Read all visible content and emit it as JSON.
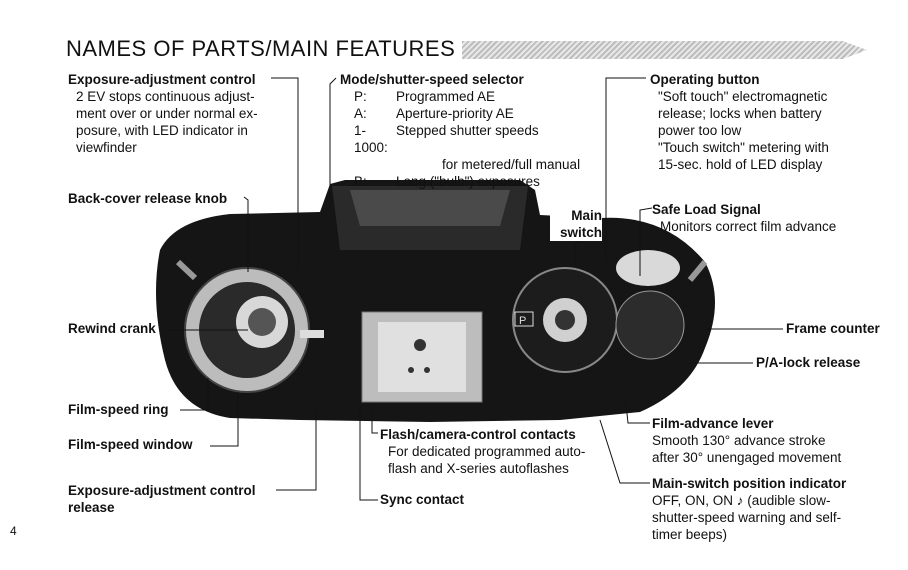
{
  "title": "NAMES OF PARTS/MAIN FEATURES",
  "page_number": "4",
  "exposure_adjustment_control": {
    "heading": "Exposure-adjustment control",
    "lines": [
      "2 EV stops continuous adjust-",
      "ment over or under normal ex-",
      "posure, with LED indicator in",
      "viewfinder"
    ]
  },
  "mode_selector": {
    "heading": "Mode/shutter-speed selector",
    "rows": [
      {
        "key": "P:",
        "value": "Programmed AE"
      },
      {
        "key": "A:",
        "value": "Aperture-priority AE"
      },
      {
        "key": "1-1000:",
        "value": "Stepped shutter speeds"
      },
      {
        "key": "",
        "value": "for metered/full manual"
      },
      {
        "key": "B:",
        "value": "Long (\"bulb\") exposures"
      }
    ]
  },
  "operating_button": {
    "heading": "Operating button",
    "lines": [
      "\"Soft touch\" electromagnetic",
      "release; locks when battery",
      "power too low",
      "\"Touch switch\" metering with",
      "15-sec. hold of LED display"
    ]
  },
  "back_cover_release": "Back-cover release knob",
  "main_switch": {
    "line1": "Main",
    "line2": "switch"
  },
  "safe_load_signal": {
    "heading": "Safe Load Signal",
    "lines": [
      "Monitors correct film advance"
    ]
  },
  "rewind_crank": "Rewind crank",
  "frame_counter": "Frame counter",
  "pa_lock_release": "P/A-lock release",
  "film_speed_ring": "Film-speed ring",
  "film_speed_window": "Film-speed window",
  "film_advance_lever": {
    "heading": "Film-advance lever",
    "lines": [
      "Smooth 130° advance stroke",
      "after 30° unengaged movement"
    ]
  },
  "flash_contacts": {
    "heading": "Flash/camera-control contacts",
    "lines": [
      "For dedicated programmed auto-",
      "flash and X-series autoflashes"
    ]
  },
  "exposure_adjustment_release": {
    "line1": "Exposure-adjustment control",
    "line2": "release"
  },
  "sync_contact": "Sync contact",
  "main_switch_indicator": {
    "heading": "Main-switch position indicator",
    "lines": [
      "OFF, ON, ON ♪ (audible slow-",
      "shutter-speed warning and self-",
      "timer beeps)"
    ]
  },
  "dial_marks": {
    "p_mark": "P"
  },
  "colors": {
    "camera_body": "#151515",
    "chrome": "#cfcfcf",
    "text": "#111111"
  }
}
